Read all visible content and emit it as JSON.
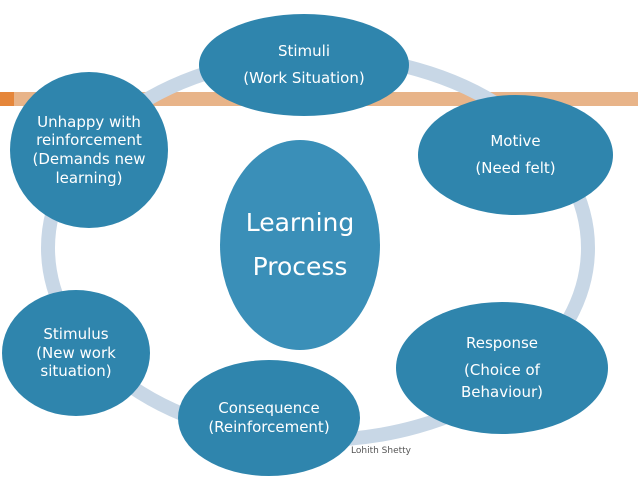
{
  "colors": {
    "node_fill": "#2f85ad",
    "center_fill": "#3a8fb8",
    "ring": "#c8d7e6",
    "accent_bar": "#e8b489",
    "accent_bar_tip": "#e5863a",
    "text": "#ffffff"
  },
  "center": {
    "lines": [
      "Learning",
      "Process"
    ]
  },
  "nodes": [
    {
      "id": "stimuli",
      "lines": [
        "Stimuli",
        "(Work Situation)"
      ]
    },
    {
      "id": "motive",
      "lines": [
        "Motive",
        "(Need felt)"
      ]
    },
    {
      "id": "response",
      "lines": [
        "Response",
        "(Choice of",
        "Behaviour)"
      ]
    },
    {
      "id": "consequence",
      "lines": [
        "Consequence",
        "(Reinforcement)"
      ]
    },
    {
      "id": "stimulus",
      "lines": [
        "Stimulus",
        "(New work",
        "situation)"
      ]
    },
    {
      "id": "unhappy",
      "lines": [
        "Unhappy with",
        "reinforcement",
        "(Demands new",
        "learning)"
      ]
    }
  ],
  "footer": {
    "author": "Lohith Shetty"
  }
}
